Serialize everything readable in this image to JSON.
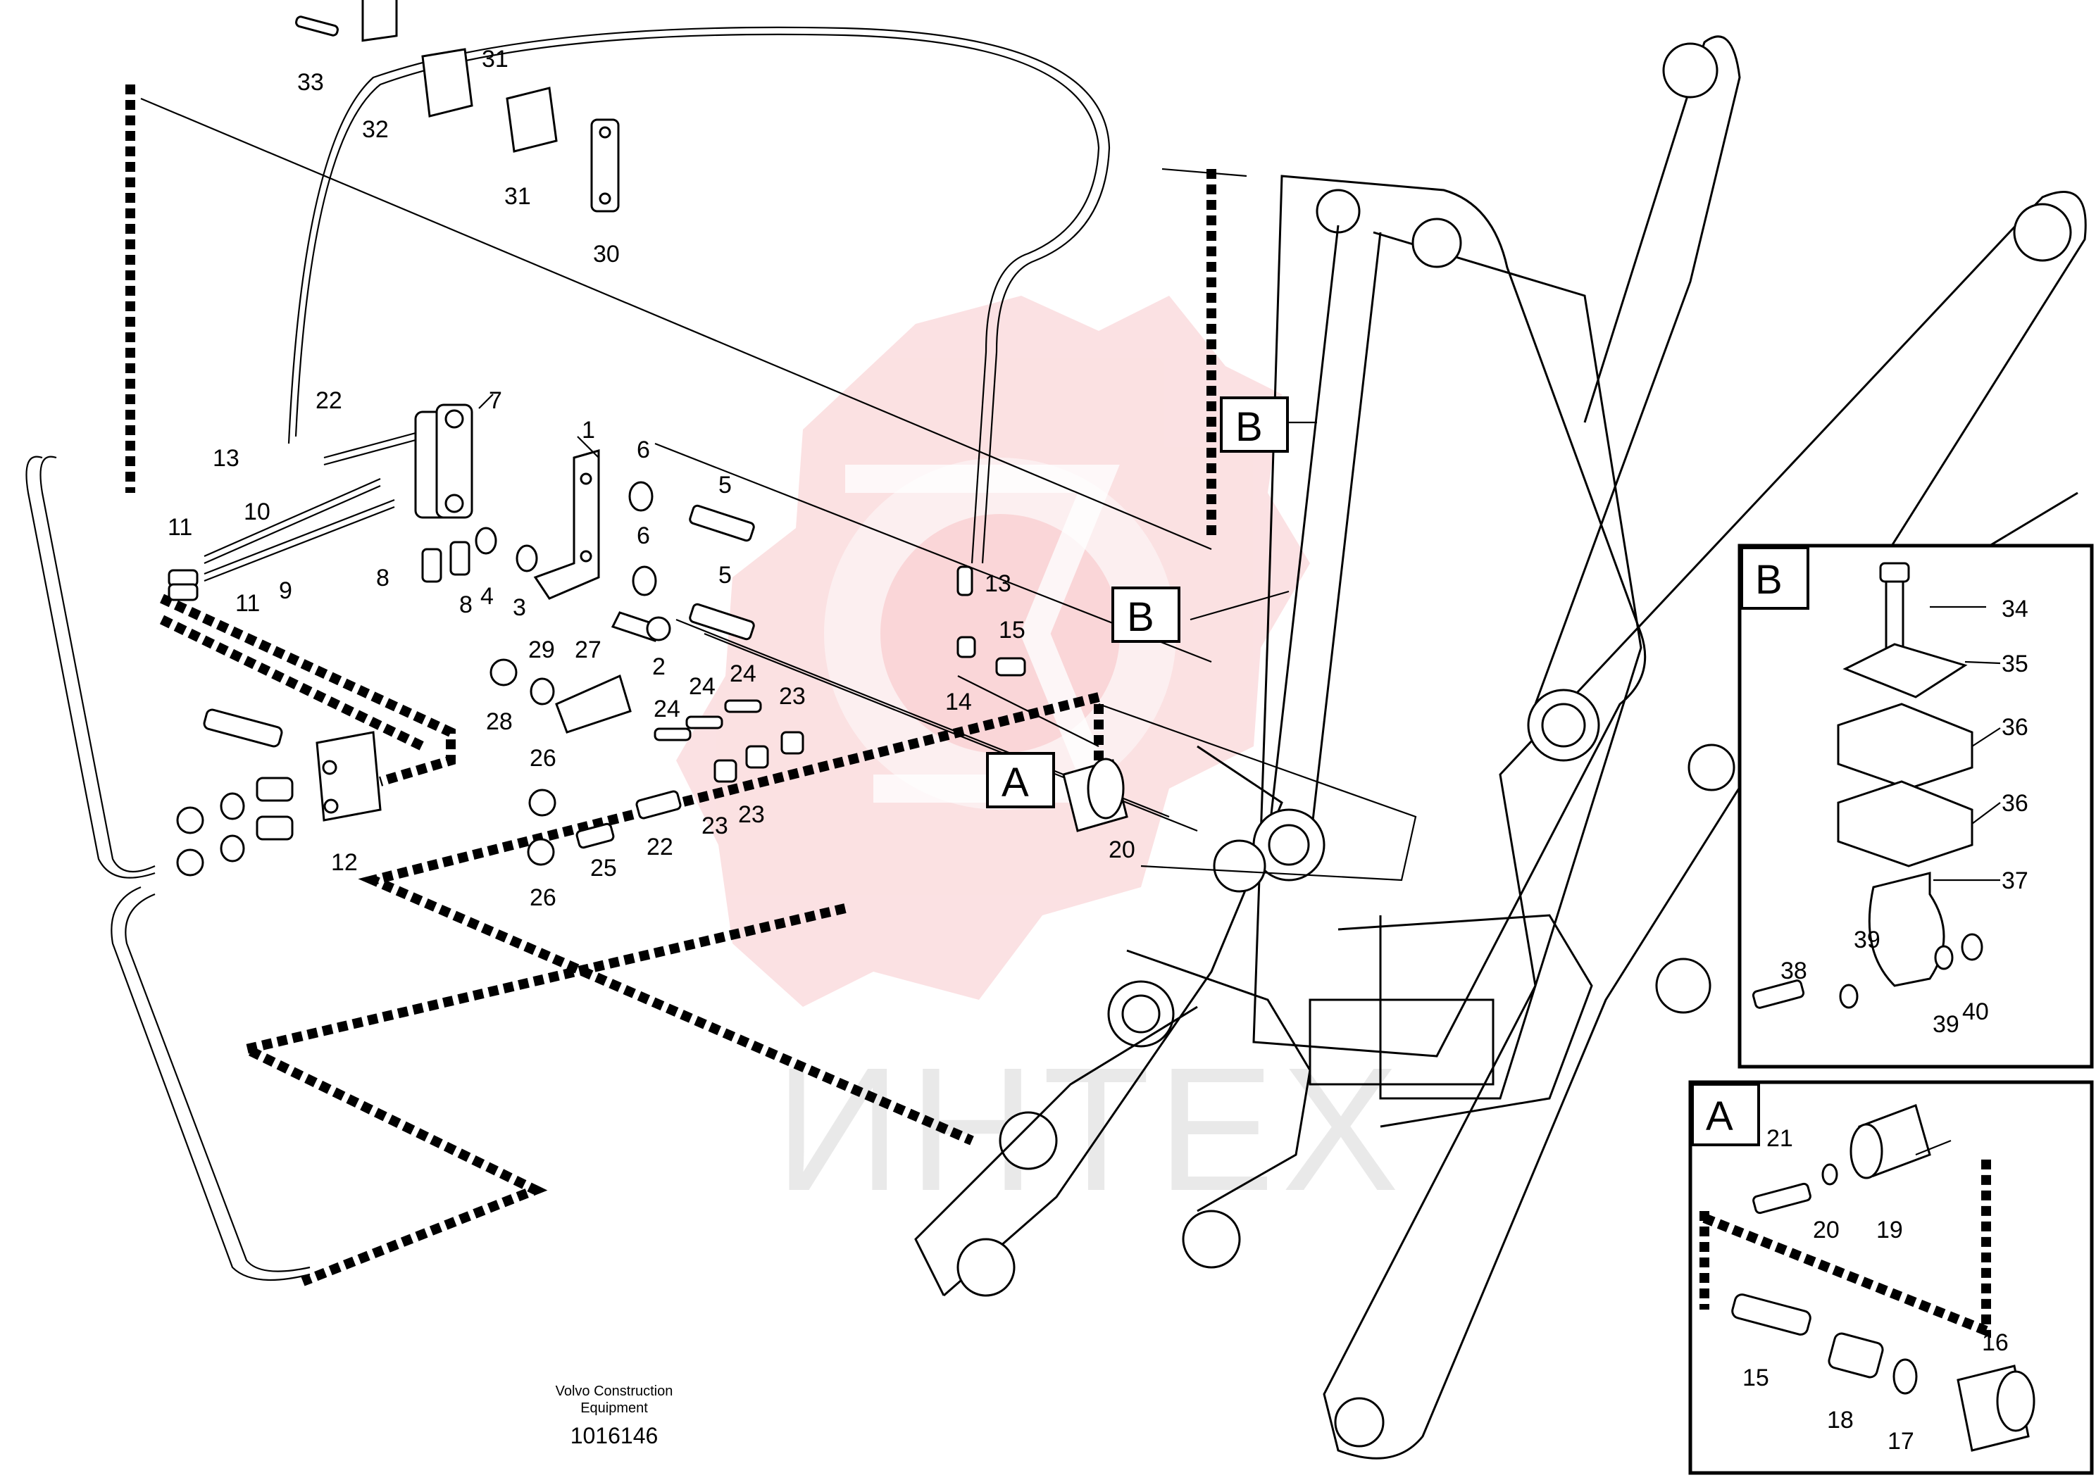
{
  "parts": {
    "p1": "1",
    "p2": "2",
    "p3": "3",
    "p4": "4",
    "p5a": "5",
    "p5b": "5",
    "p6a": "6",
    "p6b": "6",
    "p7": "7",
    "p8a": "8",
    "p8b": "8",
    "p9": "9",
    "p10": "10",
    "p11a": "11",
    "p11b": "11",
    "p12": "12",
    "p13a": "13",
    "p13b": "13",
    "p14": "14",
    "p15a": "15",
    "p15b": "15",
    "p16": "16",
    "p17": "17",
    "p18": "18",
    "p19": "19",
    "p20a": "20",
    "p20b": "20",
    "p21": "21",
    "p22a": "22",
    "p22b": "22",
    "p23a": "23",
    "p23b": "23",
    "p23c": "23",
    "p24a": "24",
    "p24b": "24",
    "p24c": "24",
    "p25": "25",
    "p26a": "26",
    "p26b": "26",
    "p27": "27",
    "p28": "28",
    "p29": "29",
    "p30": "30",
    "p31a": "31",
    "p31b": "31",
    "p32": "32",
    "p33": "33",
    "p34": "34",
    "p35": "35",
    "p36a": "36",
    "p36b": "36",
    "p37": "37",
    "p38": "38",
    "p39a": "39",
    "p39b": "39",
    "p40": "40"
  },
  "callouts": {
    "a_main": "A",
    "b_upper": "B",
    "b_lower": "B",
    "b_detail": "B",
    "a_detail": "A"
  },
  "footer": {
    "company_line1": "Volvo Construction",
    "company_line2": "Equipment",
    "drawing_number": "1016146"
  },
  "watermark": {
    "text": "ИНТЕХ",
    "color": "#f5b8bc"
  }
}
